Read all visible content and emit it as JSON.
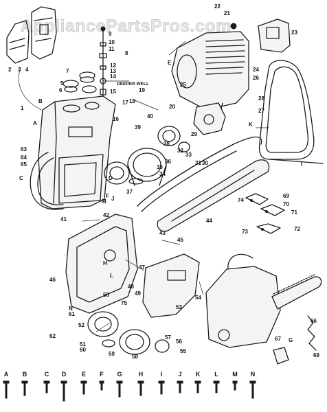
{
  "watermark": "AppliancePartsPros.com",
  "notes": {
    "deeper_well": "DEEPER WELL"
  },
  "callouts": [
    {
      "id": "c1",
      "label": "1"
    },
    {
      "id": "c2",
      "label": "2"
    },
    {
      "id": "c3",
      "label": "3"
    },
    {
      "id": "c4",
      "label": "4"
    },
    {
      "id": "c5",
      "label": "5"
    },
    {
      "id": "c6",
      "label": "6"
    },
    {
      "id": "c7",
      "label": "7"
    },
    {
      "id": "c8",
      "label": "8"
    },
    {
      "id": "c9",
      "label": "9"
    },
    {
      "id": "c10",
      "label": "10"
    },
    {
      "id": "c11",
      "label": "11"
    },
    {
      "id": "c12",
      "label": "12"
    },
    {
      "id": "c13",
      "label": "13"
    },
    {
      "id": "c14",
      "label": "14"
    },
    {
      "id": "c15",
      "label": "15"
    },
    {
      "id": "c16",
      "label": "16"
    },
    {
      "id": "c17",
      "label": "17"
    },
    {
      "id": "c18",
      "label": "18"
    },
    {
      "id": "c19",
      "label": "19"
    },
    {
      "id": "c20",
      "label": "20"
    },
    {
      "id": "c21",
      "label": "21"
    },
    {
      "id": "c22",
      "label": "22"
    },
    {
      "id": "c23",
      "label": "23"
    },
    {
      "id": "c24",
      "label": "24"
    },
    {
      "id": "c25",
      "label": "25"
    },
    {
      "id": "c26",
      "label": "26"
    },
    {
      "id": "c27",
      "label": "27"
    },
    {
      "id": "c28",
      "label": "28"
    },
    {
      "id": "c29",
      "label": "29"
    },
    {
      "id": "c30",
      "label": "30"
    },
    {
      "id": "c31",
      "label": "31"
    },
    {
      "id": "c32",
      "label": "32"
    },
    {
      "id": "c33",
      "label": "33"
    },
    {
      "id": "c34",
      "label": "34"
    },
    {
      "id": "c35",
      "label": "35"
    },
    {
      "id": "c36",
      "label": "36"
    },
    {
      "id": "c37",
      "label": "37"
    },
    {
      "id": "c38",
      "label": "38"
    },
    {
      "id": "c39",
      "label": "39"
    },
    {
      "id": "c40",
      "label": "40"
    },
    {
      "id": "c41",
      "label": "41"
    },
    {
      "id": "c42",
      "label": "42"
    },
    {
      "id": "c43",
      "label": "43"
    },
    {
      "id": "c44",
      "label": "44"
    },
    {
      "id": "c45",
      "label": "45"
    },
    {
      "id": "c46",
      "label": "46"
    },
    {
      "id": "c47",
      "label": "47"
    },
    {
      "id": "c48",
      "label": "48"
    },
    {
      "id": "c49",
      "label": "49"
    },
    {
      "id": "c50",
      "label": "50"
    },
    {
      "id": "c51",
      "label": "51"
    },
    {
      "id": "c52",
      "label": "52"
    },
    {
      "id": "c53",
      "label": "53"
    },
    {
      "id": "c54",
      "label": "54"
    },
    {
      "id": "c55",
      "label": "55"
    },
    {
      "id": "c56",
      "label": "56"
    },
    {
      "id": "c57",
      "label": "57"
    },
    {
      "id": "c58",
      "label": "58"
    },
    {
      "id": "c59",
      "label": "59"
    },
    {
      "id": "c60",
      "label": "60"
    },
    {
      "id": "c61",
      "label": "61"
    },
    {
      "id": "c62",
      "label": "62"
    },
    {
      "id": "c63",
      "label": "63"
    },
    {
      "id": "c64",
      "label": "64"
    },
    {
      "id": "c65",
      "label": "65"
    },
    {
      "id": "c66",
      "label": "66"
    },
    {
      "id": "c67",
      "label": "67"
    },
    {
      "id": "c68",
      "label": "68"
    },
    {
      "id": "c69",
      "label": "69"
    },
    {
      "id": "c70",
      "label": "70"
    },
    {
      "id": "c71",
      "label": "71"
    },
    {
      "id": "c72",
      "label": "72"
    },
    {
      "id": "c73",
      "label": "73"
    },
    {
      "id": "c74",
      "label": "74"
    },
    {
      "id": "c75",
      "label": "75"
    },
    {
      "id": "cA",
      "label": "A"
    },
    {
      "id": "cB",
      "label": "B"
    },
    {
      "id": "cC",
      "label": "C"
    },
    {
      "id": "cD",
      "label": "D"
    },
    {
      "id": "cE",
      "label": "E"
    },
    {
      "id": "cF",
      "label": "F"
    },
    {
      "id": "cG",
      "label": "G"
    },
    {
      "id": "cH",
      "label": "H"
    },
    {
      "id": "cI",
      "label": "I"
    },
    {
      "id": "cJ",
      "label": "J"
    },
    {
      "id": "cK",
      "label": "K"
    },
    {
      "id": "cL",
      "label": "L"
    },
    {
      "id": "cM",
      "label": "M"
    },
    {
      "id": "cN",
      "label": "N"
    }
  ],
  "screw_legend": [
    "A",
    "B",
    "C",
    "D",
    "E",
    "F",
    "G",
    "H",
    "I",
    "J",
    "K",
    "L",
    "M",
    "N"
  ]
}
